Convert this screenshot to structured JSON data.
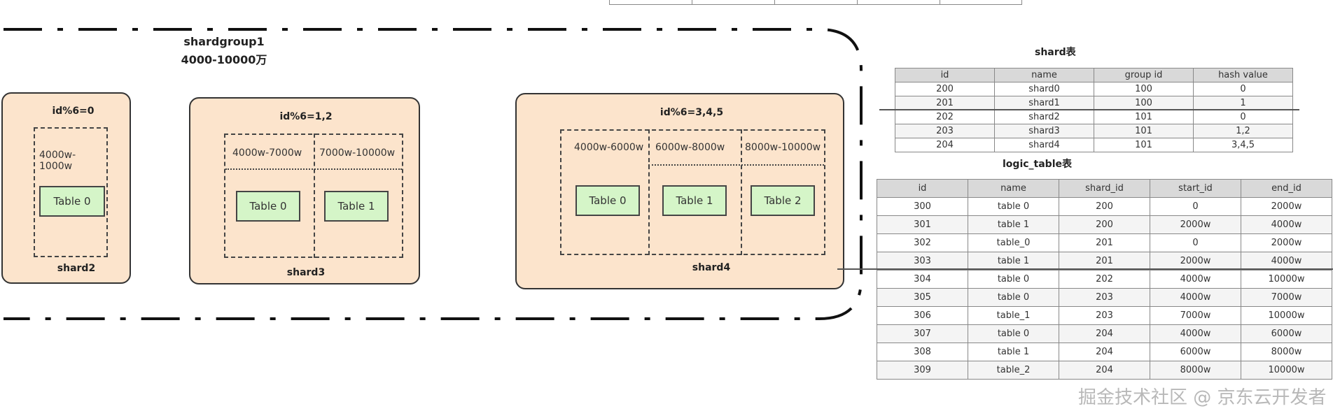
{
  "group": {
    "title": "shardgroup1",
    "range": "4000-10000万"
  },
  "shards": [
    {
      "id": "shard2",
      "name": "shard2",
      "condition": "id%6=0",
      "ranges": [
        "4000w-1000w"
      ],
      "tables": [
        "Table 0"
      ]
    },
    {
      "id": "shard3",
      "name": "shard3",
      "condition": "id%6=1,2",
      "ranges": [
        "4000w-7000w",
        "7000w-10000w"
      ],
      "tables": [
        "Table 0",
        "Table 1"
      ]
    },
    {
      "id": "shard4",
      "name": "shard4",
      "condition": "id%6=3,4,5",
      "ranges": [
        "4000w-6000w",
        "6000w-8000w",
        "8000w-10000w"
      ],
      "tables": [
        "Table 0",
        "Table 1",
        "Table 2"
      ]
    }
  ],
  "shard_table": {
    "title": "shard表",
    "headers": [
      "id",
      "name",
      "group id",
      "hash value"
    ],
    "rows": [
      [
        "200",
        "shard0",
        "100",
        "0"
      ],
      [
        "201",
        "shard1",
        "100",
        "1"
      ],
      [
        "202",
        "shard2",
        "101",
        "0"
      ],
      [
        "203",
        "shard3",
        "101",
        "1,2"
      ],
      [
        "204",
        "shard4",
        "101",
        "3,4,5"
      ]
    ]
  },
  "logic_table": {
    "title": "logic_table表",
    "headers": [
      "id",
      "name",
      "shard_id",
      "start_id",
      "end_id"
    ],
    "rows": [
      [
        "300",
        "table 0",
        "200",
        "0",
        "2000w"
      ],
      [
        "301",
        "table 1",
        "200",
        "2000w",
        "4000w"
      ],
      [
        "302",
        "table_0",
        "201",
        "0",
        "2000w"
      ],
      [
        "303",
        "table 1",
        "201",
        "2000w",
        "4000w"
      ],
      [
        "304",
        "table 0",
        "202",
        "4000w",
        "10000w"
      ],
      [
        "305",
        "table 0",
        "203",
        "4000w",
        "7000w"
      ],
      [
        "306",
        "table_1",
        "203",
        "7000w",
        "10000w"
      ],
      [
        "307",
        "table 0",
        "204",
        "4000w",
        "6000w"
      ],
      [
        "308",
        "table 1",
        "204",
        "6000w",
        "8000w"
      ],
      [
        "309",
        "table_2",
        "204",
        "8000w",
        "10000w"
      ]
    ]
  },
  "watermark": "掘金技术社区 @ 京东云开发者"
}
